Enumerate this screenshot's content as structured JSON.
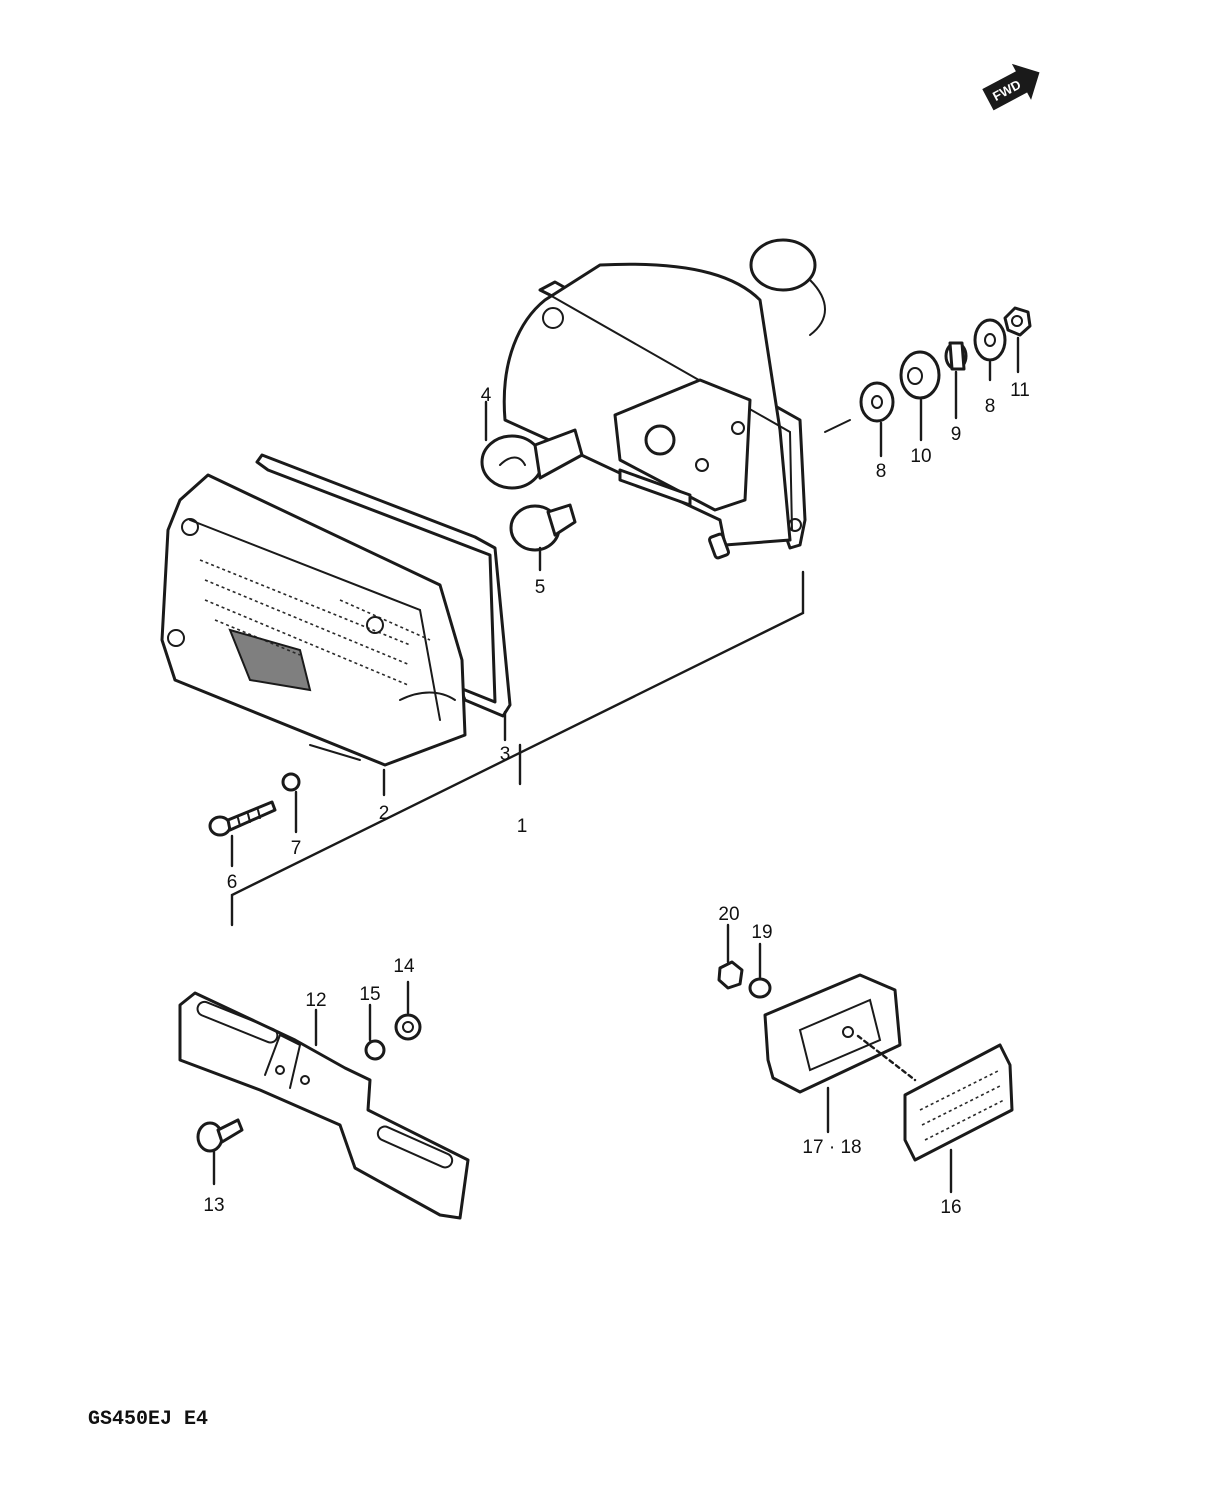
{
  "model_code": "GS450EJ E4",
  "forward_mark": "FWD",
  "callouts": [
    {
      "id": "1",
      "label": "1"
    },
    {
      "id": "2",
      "label": "2"
    },
    {
      "id": "3",
      "label": "3"
    },
    {
      "id": "4",
      "label": "4"
    },
    {
      "id": "5",
      "label": "5"
    },
    {
      "id": "6",
      "label": "6"
    },
    {
      "id": "7",
      "label": "7"
    },
    {
      "id": "8a",
      "label": "8"
    },
    {
      "id": "8b",
      "label": "8"
    },
    {
      "id": "9",
      "label": "9"
    },
    {
      "id": "10",
      "label": "10"
    },
    {
      "id": "11",
      "label": "11"
    },
    {
      "id": "12",
      "label": "12"
    },
    {
      "id": "13",
      "label": "13"
    },
    {
      "id": "14",
      "label": "14"
    },
    {
      "id": "15",
      "label": "15"
    },
    {
      "id": "16",
      "label": "16"
    },
    {
      "id": "17-18",
      "label": "17 · 18"
    },
    {
      "id": "19",
      "label": "19"
    },
    {
      "id": "20",
      "label": "20"
    }
  ]
}
